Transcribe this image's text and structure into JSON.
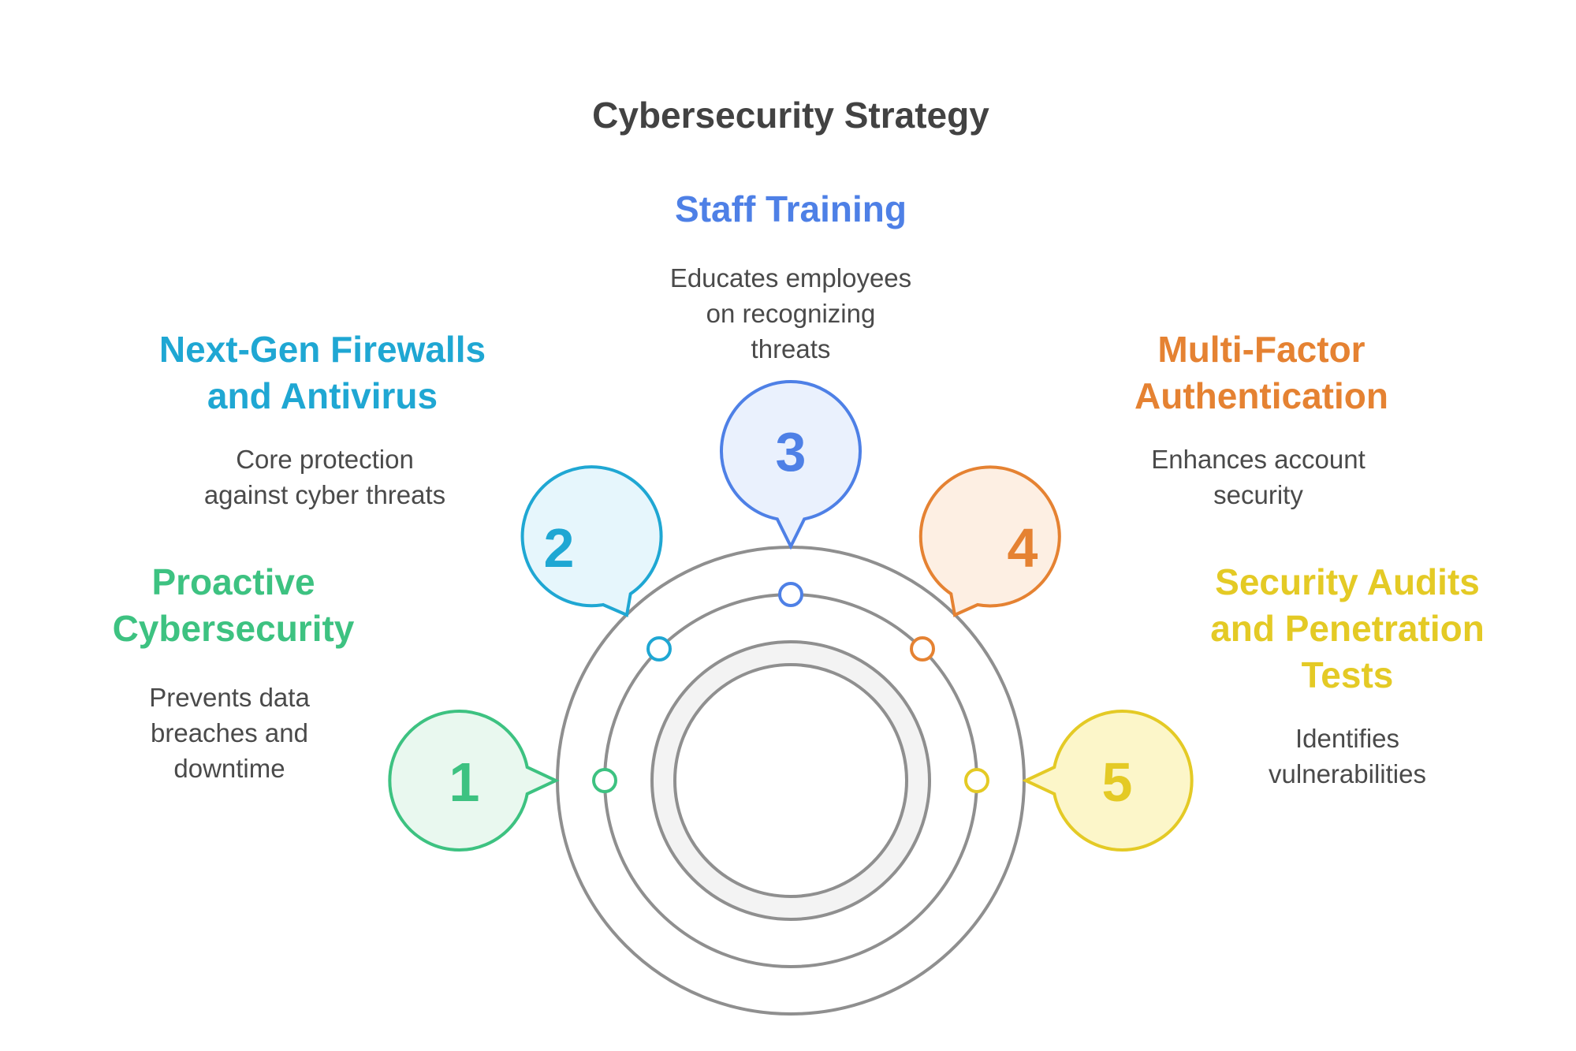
{
  "title": "Cybersecurity Strategy",
  "steps": [
    {
      "number": "1",
      "heading": "Proactive Cybersecurity",
      "description": "Prevents data breaches and downtime",
      "color": "#3dc281",
      "fill": "#e9f8ef"
    },
    {
      "number": "2",
      "heading": "Next-Gen Firewalls and Antivirus",
      "description": "Core protection against cyber threats",
      "color": "#1fa7d3",
      "fill": "#e6f6fc"
    },
    {
      "number": "3",
      "heading": "Staff Training",
      "description": "Educates employees on recognizing threats",
      "color": "#4e80e6",
      "fill": "#eaf1fd"
    },
    {
      "number": "4",
      "heading": "Multi-Factor Authentication",
      "description": "Enhances account security",
      "color": "#e58232",
      "fill": "#fdefe3"
    },
    {
      "number": "5",
      "heading": "Security Audits and Penetration Tests",
      "description": "Identifies vulnerabilities",
      "color": "#e4ca25",
      "fill": "#fcf6c9"
    }
  ],
  "colors": {
    "ring": "#8f8f8f",
    "inner_fill": "#f3f3f3",
    "text": "#424242"
  }
}
